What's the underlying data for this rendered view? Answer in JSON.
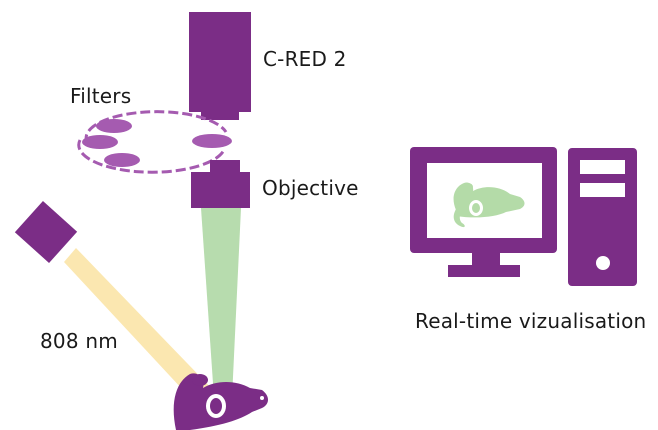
{
  "labels": {
    "camera": "C-RED 2",
    "filters": "Filters",
    "objective": "Objective",
    "laser_wavelength": "808 nm",
    "visualisation": "Real-time vizualisation"
  },
  "colors": {
    "purple": "#7b2d86",
    "filter_disc": "#a55bb0",
    "green_beam": "#b7dcae",
    "laser_beam": "#fbe7b0",
    "mouse_on_screen": "#b4dba8"
  },
  "icons": [
    "camera-icon",
    "filter-wheel-icon",
    "objective-icon",
    "laser-icon",
    "mouse-icon",
    "computer-monitor-icon",
    "computer-tower-icon"
  ]
}
